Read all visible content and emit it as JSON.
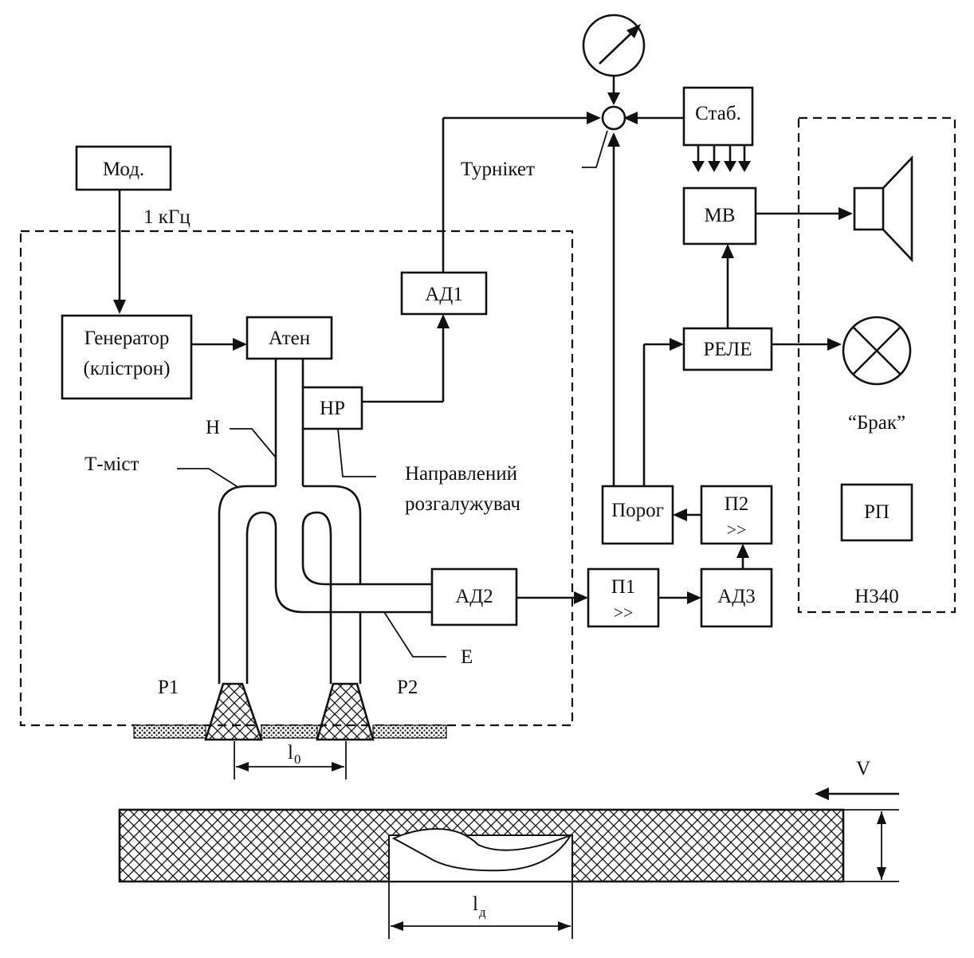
{
  "blocks": {
    "mod": "Мод.",
    "generator_line1": "Генератор",
    "generator_line2": "(клістрон)",
    "aten": "Атен",
    "hp": "HP",
    "ad1": "АД1",
    "ad2": "АД2",
    "ad3": "АД3",
    "p1": "П1",
    "p1_sym": ">>",
    "p2": "П2",
    "p2_sym": ">>",
    "porog": "Порог",
    "rele": "РЕЛЕ",
    "mv": "МВ",
    "stab": "Стаб.",
    "rp": "РП"
  },
  "labels": {
    "freq": "1 кГц",
    "turniket": "Турнікет",
    "h": "Н",
    "t_mist": "Т-міст",
    "coupler_line1": "Направлений",
    "coupler_line2": "розгалужувач",
    "e": "Е",
    "p1_probe": "Р1",
    "p2_probe": "Р2",
    "l0": "l",
    "l0_sub": "0",
    "ld": "l",
    "ld_sub": "д",
    "v": "V",
    "brak": "“Брак”",
    "h340": "Н340"
  }
}
